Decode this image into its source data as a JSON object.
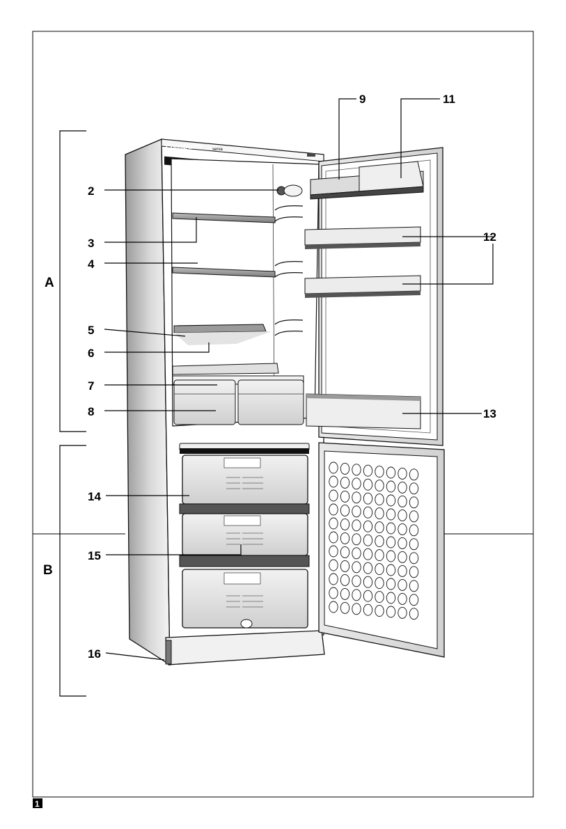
{
  "brand": {
    "logo_text": "Constructa",
    "model_text": "serva"
  },
  "sections": {
    "a": "A",
    "b": "B"
  },
  "callouts": {
    "c2": "2",
    "c3": "3",
    "c4": "4",
    "c5": "5",
    "c6": "6",
    "c7": "7",
    "c8": "8",
    "c9": "9",
    "c11": "11",
    "c12": "12",
    "c13": "13",
    "c14": "14",
    "c15": "15",
    "c16": "16"
  },
  "figure_number": "1"
}
